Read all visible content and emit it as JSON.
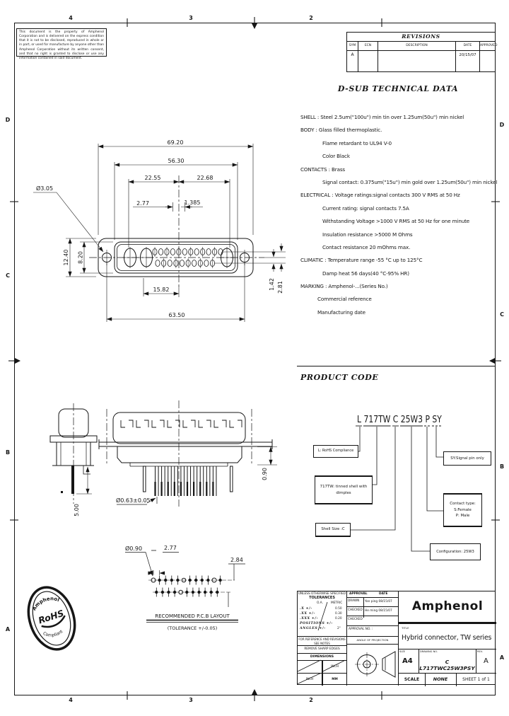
{
  "disclaimer": "This document is the property of Amphenol Corporation and is delivered on the express condition that it is not to be disclosed, reproduced in whole or in part, or used for manufacture by anyone other than Amphenol Corporation without its written consent, and that no right is granted to disclose or use any information contained in said document.",
  "zones": {
    "top": [
      "4",
      "3",
      "2"
    ],
    "bottom": [
      "4",
      "3",
      "2"
    ],
    "left": [
      "D",
      "C",
      "B",
      "A"
    ],
    "right": [
      "D",
      "C",
      "B",
      "A"
    ]
  },
  "revisions": {
    "title": "REVISIONS",
    "headers": [
      "SYM",
      "ECN",
      "DESCRIPTION",
      "DATE",
      "APPROVED"
    ],
    "row": {
      "sym": "A",
      "ecn": "",
      "description": "",
      "date": "20/15/07",
      "approved": ""
    }
  },
  "tech": {
    "title": "D-SUB TECHNICAL DATA",
    "lines": [
      "SHELL : Steel 2.5um(\"100u\") min tin over 1.25um(50u\") min nickel",
      "BODY : Glass filled thermoplastic.",
      "Flame retardant to UL94 V-0",
      "Color  Black",
      "CONTACTS : Brass",
      "Signal contact: 0.375um(\"15u\") min gold over 1.25um(50u\") min nickel",
      "ELECTRICAL : Voltage ratings:signal contacts 300 V RMS at 50 Hz",
      "Current rating: signal contacts 7.5A",
      "Withstanding Voltage >1000 V RMS at 50 Hz for one minute",
      "Insulation resistance >5000 M Ohms",
      "Contact resistance 20 mOhms max.",
      "CLIMATIC : Temperature range -55 °C up to 125°C",
      "Damp heat 56 days(40 °C-95% HR)",
      "MARKING : Amphenol-...(Series No.)",
      "Commercial reference",
      "Manufacturing date"
    ]
  },
  "product_code": {
    "title": "PRODUCT CODE",
    "code": "L 717TW C 25W3 P SY",
    "rohs": "L: RoHS Compliance",
    "tw": "717TW: tinned shell with dimples",
    "shell": "Shell Size :C",
    "sy": "SY:Signal pin only",
    "contact1": "Contact type:",
    "contact2": "S:Female",
    "contact3": "P: Male",
    "config": "Configuration: 25W3"
  },
  "dims": {
    "front": {
      "w_flange": "69.20",
      "w_shell": "56.30",
      "left_span": "22.55",
      "right_span": "22.68",
      "pitch": "2.77",
      "half_pitch": "1.385",
      "hole": "Ø3.05",
      "h_flange": "12.40",
      "h_shell": "8.20",
      "row_off": "1.42",
      "row_gap": "2.81",
      "inner": "15.82",
      "mount": "63.50"
    },
    "side": {
      "pin_len": "5.00"
    },
    "rear": {
      "pin_dia": "Ø0.63±0.05",
      "tail": "0.90"
    },
    "pcb": {
      "hole": "Ø0.90",
      "pitch": "2.77",
      "row": "2.84",
      "caption": "RECOMMENDED P.C.B LAYOUT",
      "tol": "(TOLERANCE +/-0.05)"
    }
  },
  "stamp": {
    "ring": "Amphenol",
    "line1": "RoHS",
    "line2": "Compliant"
  },
  "title_block": {
    "tolerances": {
      "heading1": "UNLESS OTHERWISE SPECIFIED",
      "heading2": "TOLERANCES",
      "col1": "O.A.",
      "col2": "METRIC",
      "rows": [
        {
          "label": ".X   +/-",
          "value": "0.50"
        },
        {
          "label": ".XX  +/-",
          "value": "0.30"
        },
        {
          "label": ".XXX +/-",
          "value": "0.20"
        },
        {
          "label": "POSITIONS +/-",
          "value": ""
        },
        {
          "label": "ANGLES +/-",
          "value": "2°"
        }
      ]
    },
    "notes_band": "FOR REFERENCE AND REVISIONS SEE NOTES",
    "remove_band": "REMOVE SHARP EDGES",
    "dimensions_label": "DIMENSIONS",
    "dimensions_cells": [
      "",
      "INCH",
      "INCH",
      "MM"
    ],
    "approval": {
      "header_left": "APPROVAL",
      "header_right": "DATE",
      "rows": [
        {
          "role": "DRAWN",
          "value": "Yan ping 08/15/07"
        },
        {
          "role": "CHECKED",
          "value": "He ming 08/15/07"
        },
        {
          "role": "CHECKED",
          "value": ""
        }
      ]
    },
    "approval_no_label": "APPROVAL NO. :",
    "projection_label": "ANGLE OF PROJECTION",
    "company": "Amphenol",
    "title_label": "TITLE",
    "title": "Hybrid connector, TW series",
    "size_label": "SIZE",
    "size": "A4",
    "drawing_no_label": "DRAWING NO.",
    "drawing_no": "C L717TWC25W3PSY",
    "rev_label": "REV.",
    "rev": "A",
    "scale_label": "SCALE",
    "scale": "NONE",
    "sheet": "SHEET 1 of 1"
  }
}
